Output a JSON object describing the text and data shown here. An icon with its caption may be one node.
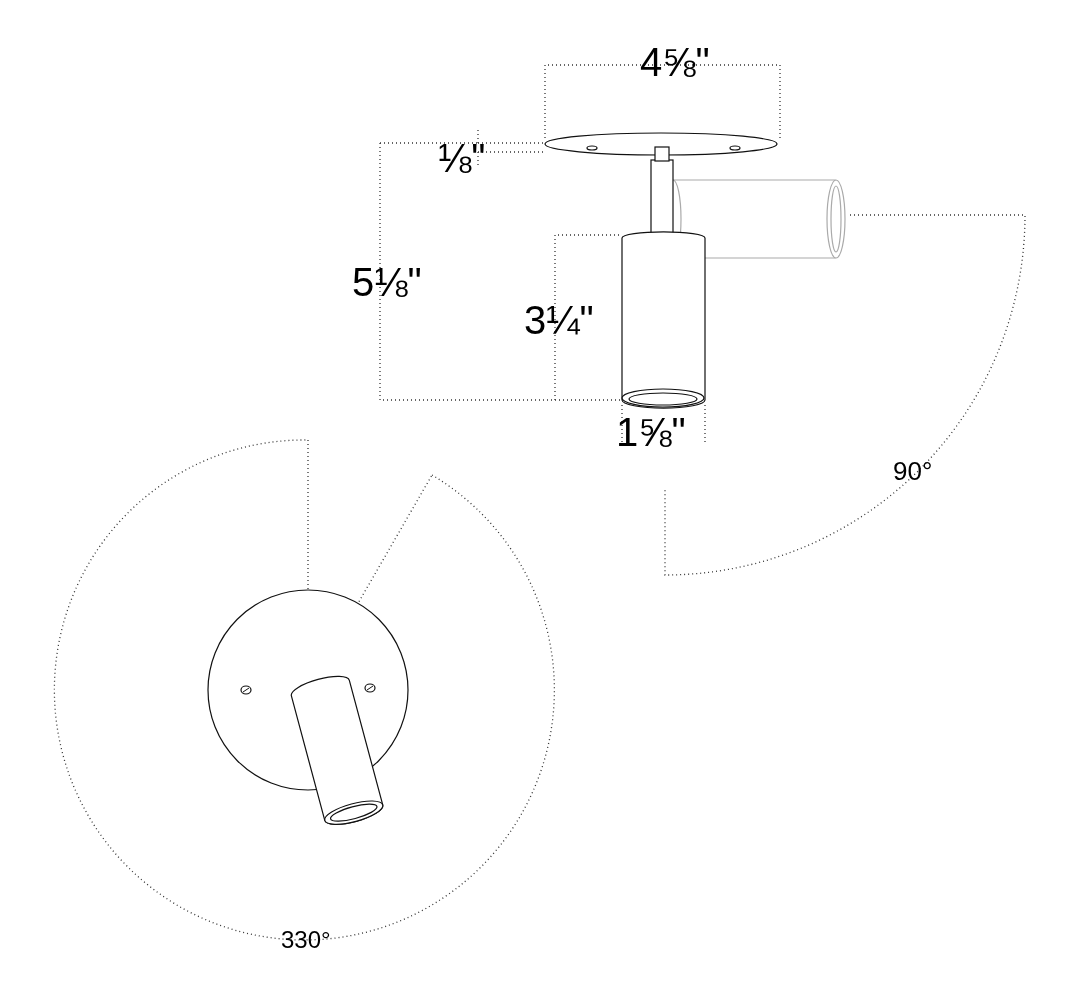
{
  "diagram": {
    "labels": [
      "4⅝\"",
      "⅛\"",
      "5⅛\"",
      "3¼\"",
      "1⅝\"",
      "90°",
      "330°"
    ]
  }
}
